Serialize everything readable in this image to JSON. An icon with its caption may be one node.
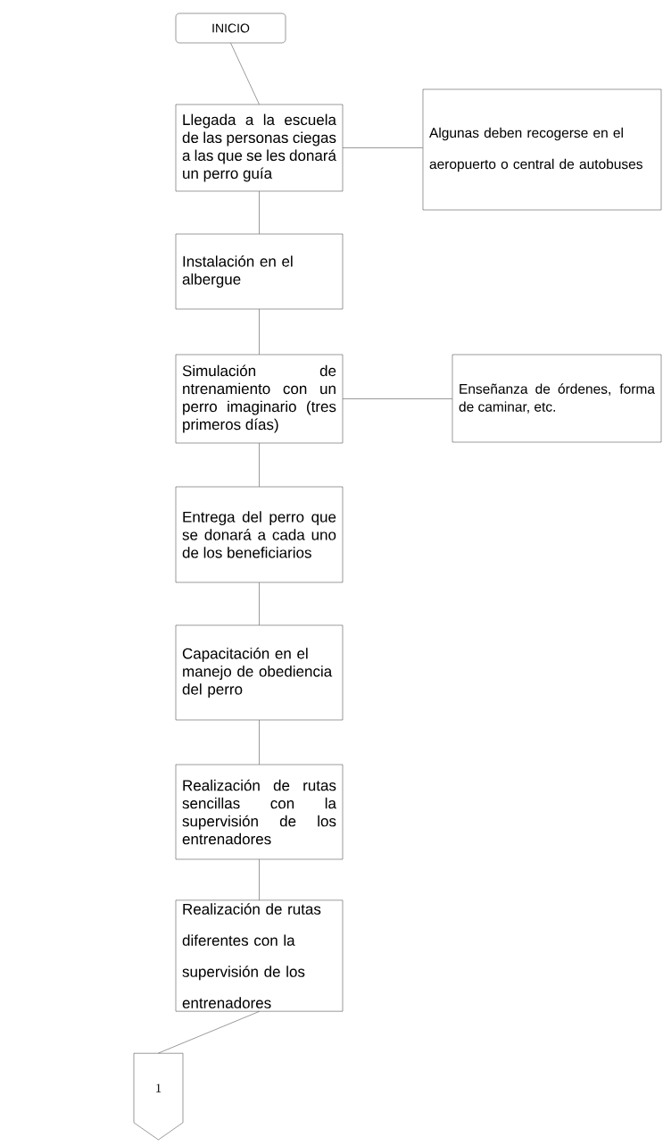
{
  "diagram": {
    "nodes": [
      {
        "text": [
          "INICIO"
        ]
      },
      {
        "text": [
          "Llegada a la escuela de las personas ciegas a las que se les donará un perro guía"
        ]
      },
      {
        "text": [
          "Algunas deben recogerse en el aeropuerto o central de autobuses"
        ]
      },
      {
        "text": [
          "Instalación en el albergue"
        ]
      },
      {
        "text": [
          "Simulación de ntrenamiento con un perro imaginario (tres primeros días)"
        ]
      },
      {
        "text": [
          "Enseñanza de órdenes, forma de caminar, etc."
        ]
      },
      {
        "text": [
          "Entrega del perro que se donará a cada uno de los beneficiarios"
        ]
      },
      {
        "text": [
          "Capacitación en el manejo de obediencia del perro"
        ]
      },
      {
        "text": [
          "Realización de rutas sencillas con la supervisión de los entrenadores"
        ]
      },
      {
        "text": [
          "Realización de rutas diferentes con la supervisión de los entrenadores"
        ]
      },
      {
        "text": [
          "1"
        ]
      }
    ],
    "edges": [
      {
        "from": 0,
        "to": 1,
        "arrow": "none"
      },
      {
        "from": 1,
        "to": 2,
        "arrow": "none"
      },
      {
        "from": 1,
        "to": 3,
        "arrow": "none"
      },
      {
        "from": 3,
        "to": 4,
        "arrow": "none"
      },
      {
        "from": 4,
        "to": 5,
        "arrow": "none"
      },
      {
        "from": 4,
        "to": 6,
        "arrow": "none"
      },
      {
        "from": 6,
        "to": 7,
        "arrow": "none"
      },
      {
        "from": 7,
        "to": 8,
        "arrow": "none"
      },
      {
        "from": 8,
        "to": 9,
        "arrow": "none"
      },
      {
        "from": 9,
        "to": 10,
        "arrow": "none"
      }
    ]
  }
}
